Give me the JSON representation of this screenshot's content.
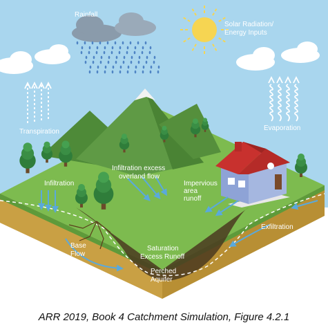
{
  "labels": {
    "rainfall": "Rainfall",
    "solar_line1": "Solar Radiation/",
    "solar_line2": "Energy Inputs",
    "transpiration": "Transpiration",
    "evaporation": "Evaporation",
    "infiltration": "Infiltration",
    "infil_excess_line1": "Infiltration excess",
    "infil_excess_line2": "overland flow",
    "impervious_line1": "Impervious",
    "impervious_line2": "area",
    "impervious_line3": "runoff",
    "exfiltration": "Exfiltration",
    "baseflow_line1": "Base",
    "baseflow_line2": "Flow",
    "saturation_line1": "Saturation",
    "saturation_line2": "Excess Runoff",
    "perched_line1": "Perched",
    "perched_line2": "Aquifer"
  },
  "caption": "ARR 2019, Book 4 Catchment Simulation, Figure 4.2.1",
  "colors": {
    "sky": "#a9d6ee",
    "grass": "#7dbb4f",
    "grass_dark": "#5e9a3a",
    "mountain": "#5f9a45",
    "soil": "#c9a044",
    "soil_dark": "#8a6a2a",
    "house_wall": "#8ea3d6",
    "house_roof": "#c8312e",
    "water_arrow": "#5aa9dc",
    "sun": "#f6d552"
  }
}
